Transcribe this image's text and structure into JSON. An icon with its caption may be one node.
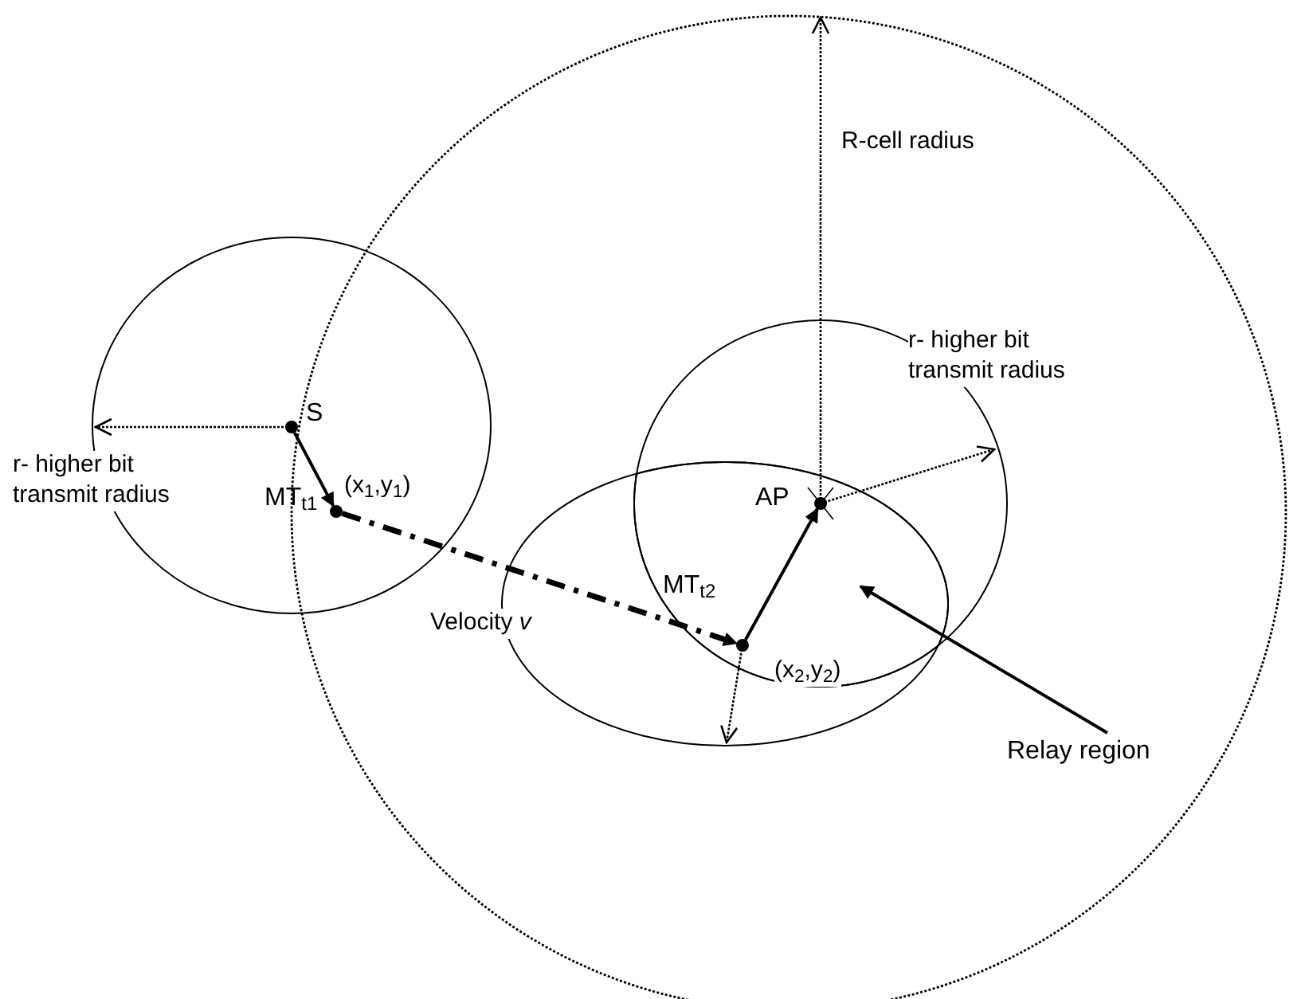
{
  "diagram": {
    "nodes": [
      {
        "text": [
          "S"
        ]
      },
      {
        "text": [
          "MT$_{t1}$"
        ],
        "beside": [
          "(x$_{1}$,y$_{1}$)"
        ]
      },
      {
        "text": [
          "MT$_{t2}$"
        ],
        "beside": [
          "(x$_{2}$,y$_{2}$)"
        ],
        "in": 5
      },
      {
        "text": [
          "AP"
        ],
        "in": 5
      },
      {
        "text": [
          "Relay region"
        ]
      },
      {
        "text": [],
        "shape": "region"
      }
    ],
    "edges": [
      {
        "from": 0,
        "to": 1,
        "arrow": "to"
      },
      {
        "from": 1,
        "to": 2,
        "arrow": "to",
        "style": "dashed",
        "label": "Velocity *v*"
      },
      {
        "from": 2,
        "to": 3,
        "arrow": "to"
      },
      {
        "from": 4,
        "to": 5,
        "arrow": "to"
      }
    ],
    "labels": [
      "R-cell radius",
      "r- higher bit transmit radius",
      "r- higher bit transmit radius"
    ]
  }
}
